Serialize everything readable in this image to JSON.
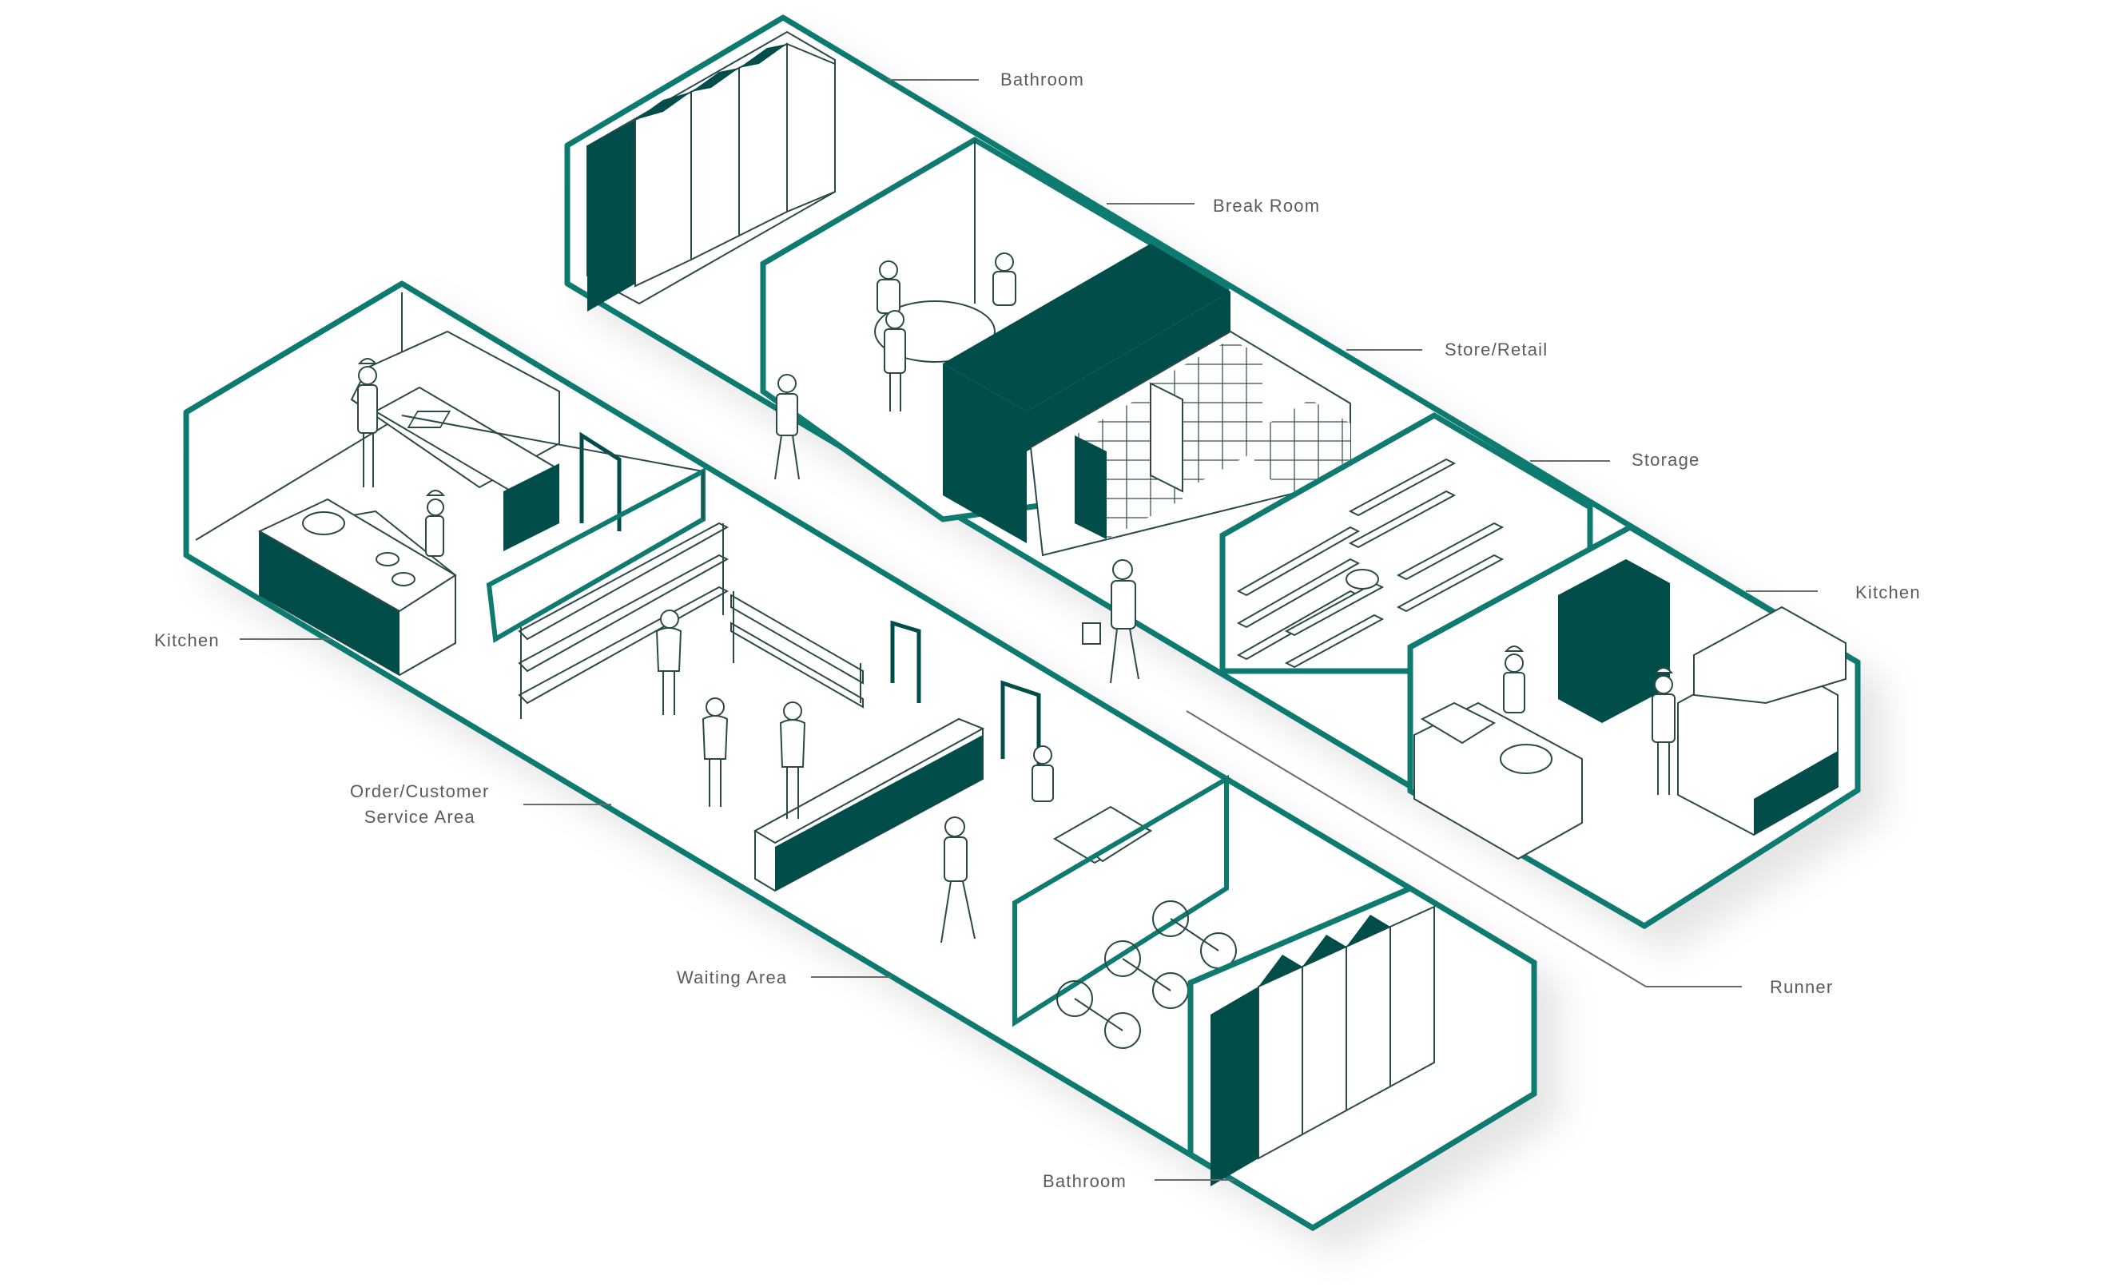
{
  "colors": {
    "frame": "#0f7a6f",
    "dark": "#004d4a",
    "line": "#2b4a47",
    "floor": "#ffffff",
    "label": "#5b5b5b",
    "leader": "#6b6b6b"
  },
  "labels": {
    "bathroom_top": "Bathroom",
    "break_room": "Break Room",
    "store_retail": "Store/Retail",
    "storage": "Storage",
    "kitchen_right": "Kitchen",
    "kitchen_left": "Kitchen",
    "order_line1": "Order/Customer",
    "order_line2": "Service Area",
    "waiting_area": "Waiting Area",
    "runner": "Runner",
    "bathroom_bottom": "Bathroom"
  }
}
